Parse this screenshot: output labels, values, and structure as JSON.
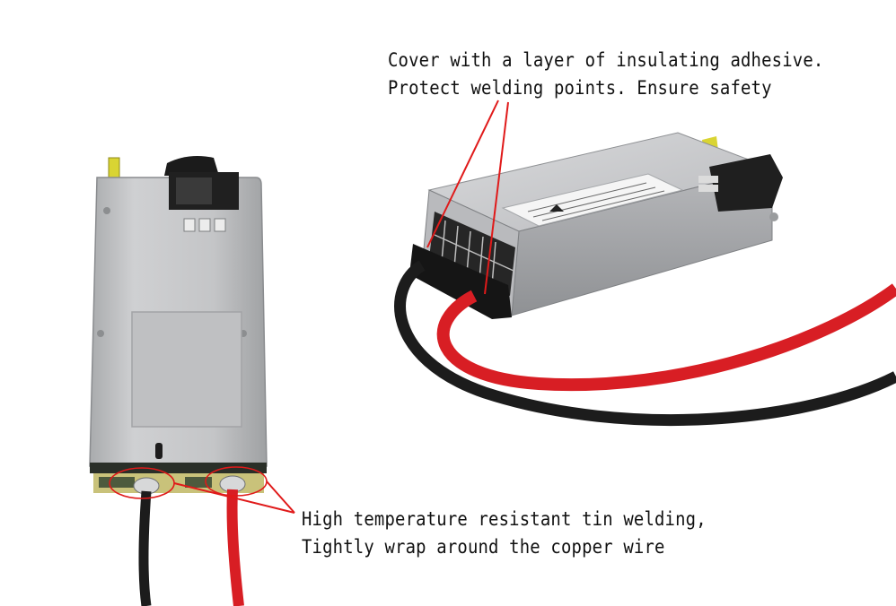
{
  "annotations": {
    "top_line_1": "Cover with a layer of insulating adhesive.",
    "top_line_2": "Protect welding points. Ensure safety",
    "bottom_line_1": "High temperature resistant tin welding,",
    "bottom_line_2": "Tightly wrap around the copper wire"
  },
  "colors": {
    "callout_line": "#e01a1a",
    "red_wire": "#d81e24",
    "black_wire": "#1a1a1a",
    "chassis": "#c9cacc"
  }
}
